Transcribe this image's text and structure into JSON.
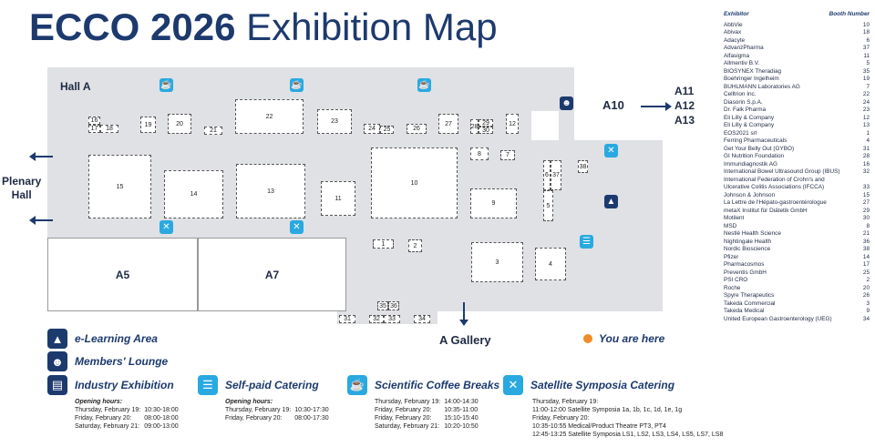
{
  "title": {
    "bold": "ECCO 2026",
    "light": "Exhibition Map"
  },
  "hall_a": "Hall A",
  "plenary": {
    "line1": "Plenary",
    "line2": "Hall"
  },
  "a10": "A10",
  "a11_13": [
    "A11",
    "A12",
    "A13"
  ],
  "a5": "A5",
  "a7": "A7",
  "gallery": "A Gallery",
  "you_are_here": "You are here",
  "booths": [
    {
      "n": "16"
    },
    {
      "n": "17"
    },
    {
      "n": "18"
    },
    {
      "n": "19"
    },
    {
      "n": "20"
    },
    {
      "n": "21"
    },
    {
      "n": "22"
    },
    {
      "n": "23"
    },
    {
      "n": "24"
    },
    {
      "n": "25"
    },
    {
      "n": "26"
    },
    {
      "n": "27"
    },
    {
      "n": "28"
    },
    {
      "n": "29"
    },
    {
      "n": "30"
    },
    {
      "n": "12"
    },
    {
      "n": "8"
    },
    {
      "n": "7"
    },
    {
      "n": "38"
    },
    {
      "n": "6"
    },
    {
      "n": "37"
    },
    {
      "n": "5"
    },
    {
      "n": "15"
    },
    {
      "n": "14"
    },
    {
      "n": "13"
    },
    {
      "n": "11"
    },
    {
      "n": "10"
    },
    {
      "n": "9"
    },
    {
      "n": "1"
    },
    {
      "n": "2"
    },
    {
      "n": "3"
    },
    {
      "n": "4"
    },
    {
      "n": "35"
    },
    {
      "n": "36"
    },
    {
      "n": "31"
    },
    {
      "n": "32"
    },
    {
      "n": "33"
    },
    {
      "n": "34"
    }
  ],
  "legend": {
    "elearning": "e-Learning Area",
    "lounge": "Members' Lounge",
    "industry": "Industry Exhibition",
    "catering": "Self-paid Catering",
    "coffee": "Scientific Coffee Breaks",
    "symposia": "Satellite Symposia Catering"
  },
  "opening_hours_label": "Opening hours:",
  "industry_hours": [
    {
      "day": "Thursday, February 19:",
      "time": "10:30-18:00"
    },
    {
      "day": "Friday, February 20:",
      "time": "08:00-18:00"
    },
    {
      "day": "Saturday, February 21:",
      "time": "09:00-13:00"
    }
  ],
  "catering_hours": [
    {
      "day": "Thursday, February 19:",
      "time": "10:30-17:30"
    },
    {
      "day": "Friday, February 20:",
      "time": "08:00-17:30"
    }
  ],
  "coffee_hours": [
    {
      "day": "Thursday, February 19:",
      "time": "14:00-14:30"
    },
    {
      "day": "Friday, February 20:",
      "time": "10:35-11:00"
    },
    {
      "day": "Friday, February 20:",
      "time": "15:10-15:40"
    },
    {
      "day": "Saturday, February 21:",
      "time": "10:20-10:50"
    }
  ],
  "symposia_lines": [
    "Thursday, February 19:",
    "11:00-12:00 Satellite Symposia 1a, 1b, 1c, 1d, 1e, 1g",
    "Friday, February 20:",
    "10:35-10:55 Medical/Product Theatre PT3, PT4",
    "12:45-13:25 Satellite Symposia LS1, LS2, LS3, LS4, LS5, LS7, LS8"
  ],
  "exhibitor_header": {
    "name": "Exhibitor",
    "booth": "Booth Number"
  },
  "exhibitors": [
    {
      "name": "AbbVie",
      "booth": "10"
    },
    {
      "name": "Abivax",
      "booth": "18"
    },
    {
      "name": "Adacyte",
      "booth": "6"
    },
    {
      "name": "AdvanzPharma",
      "booth": "37"
    },
    {
      "name": "Alfasigma",
      "booth": "11"
    },
    {
      "name": "Allmentiv B.V.",
      "booth": "5"
    },
    {
      "name": "BIOSYNEX Theradiag",
      "booth": "35"
    },
    {
      "name": "Boehringer Ingelheim",
      "booth": "19"
    },
    {
      "name": "BÜHLMANN Laboratories AG",
      "booth": "7"
    },
    {
      "name": "Celltrion Inc.",
      "booth": "22"
    },
    {
      "name": "Diasorin S.p.A.",
      "booth": "24"
    },
    {
      "name": "Dr. Falk Pharma",
      "booth": "23"
    },
    {
      "name": "Eli Lilly & Company",
      "booth": "12"
    },
    {
      "name": "Eli Lilly & Company",
      "booth": "13"
    },
    {
      "name": "EOS2021 srl",
      "booth": "1"
    },
    {
      "name": "Ferring Pharmaceuticals",
      "booth": "4"
    },
    {
      "name": "Get Your Belly Out (GYBO)",
      "booth": "31"
    },
    {
      "name": "GI Nutrition Foundation",
      "booth": "28"
    },
    {
      "name": "Immundiagnostik AG",
      "booth": "16"
    },
    {
      "name": "International Bowel Ultrasound Group (IBUS)",
      "booth": "32"
    },
    {
      "name": "International Federation of Crohn's and",
      "booth": ""
    },
    {
      "name": "Ulcerative Colitis Associations (IFCCA)",
      "booth": "33"
    },
    {
      "name": "Johnson & Johnson",
      "booth": "15"
    },
    {
      "name": "La Lettre de l'Hépato-gastroentérologue",
      "booth": "27"
    },
    {
      "name": "metaX Institut für Diätetik GmbH",
      "booth": "29"
    },
    {
      "name": "Motilent",
      "booth": "30"
    },
    {
      "name": "MSD",
      "booth": "8"
    },
    {
      "name": "Nestlé Health Science",
      "booth": "21"
    },
    {
      "name": "Nightingale Health",
      "booth": "36"
    },
    {
      "name": "Nordic Bioscience",
      "booth": "38"
    },
    {
      "name": "Pfizer",
      "booth": "14"
    },
    {
      "name": "Pharmacosmos",
      "booth": "17"
    },
    {
      "name": "Preventis GmbH",
      "booth": "25"
    },
    {
      "name": "PSI CRO",
      "booth": "2"
    },
    {
      "name": "Roche",
      "booth": "20"
    },
    {
      "name": "Spyre Therapeutics",
      "booth": "26"
    },
    {
      "name": "Takeda Commercial",
      "booth": "3"
    },
    {
      "name": "Takeda Medical",
      "booth": "9"
    },
    {
      "name": "United European Gastroenterology (UEG)",
      "booth": "34"
    }
  ],
  "colors": {
    "navy": "#1d3a6e",
    "cyan": "#29a9e0",
    "orange": "#f28c28",
    "floor": "#dfe1e5"
  },
  "icons": {
    "coffee": "coffee-cup-icon",
    "symposia": "fork-knife-icon",
    "catering": "self-paid-catering-icon",
    "elearning": "graduation-cap-icon",
    "lounge": "members-icon",
    "industry": "exhibition-stand-icon"
  }
}
